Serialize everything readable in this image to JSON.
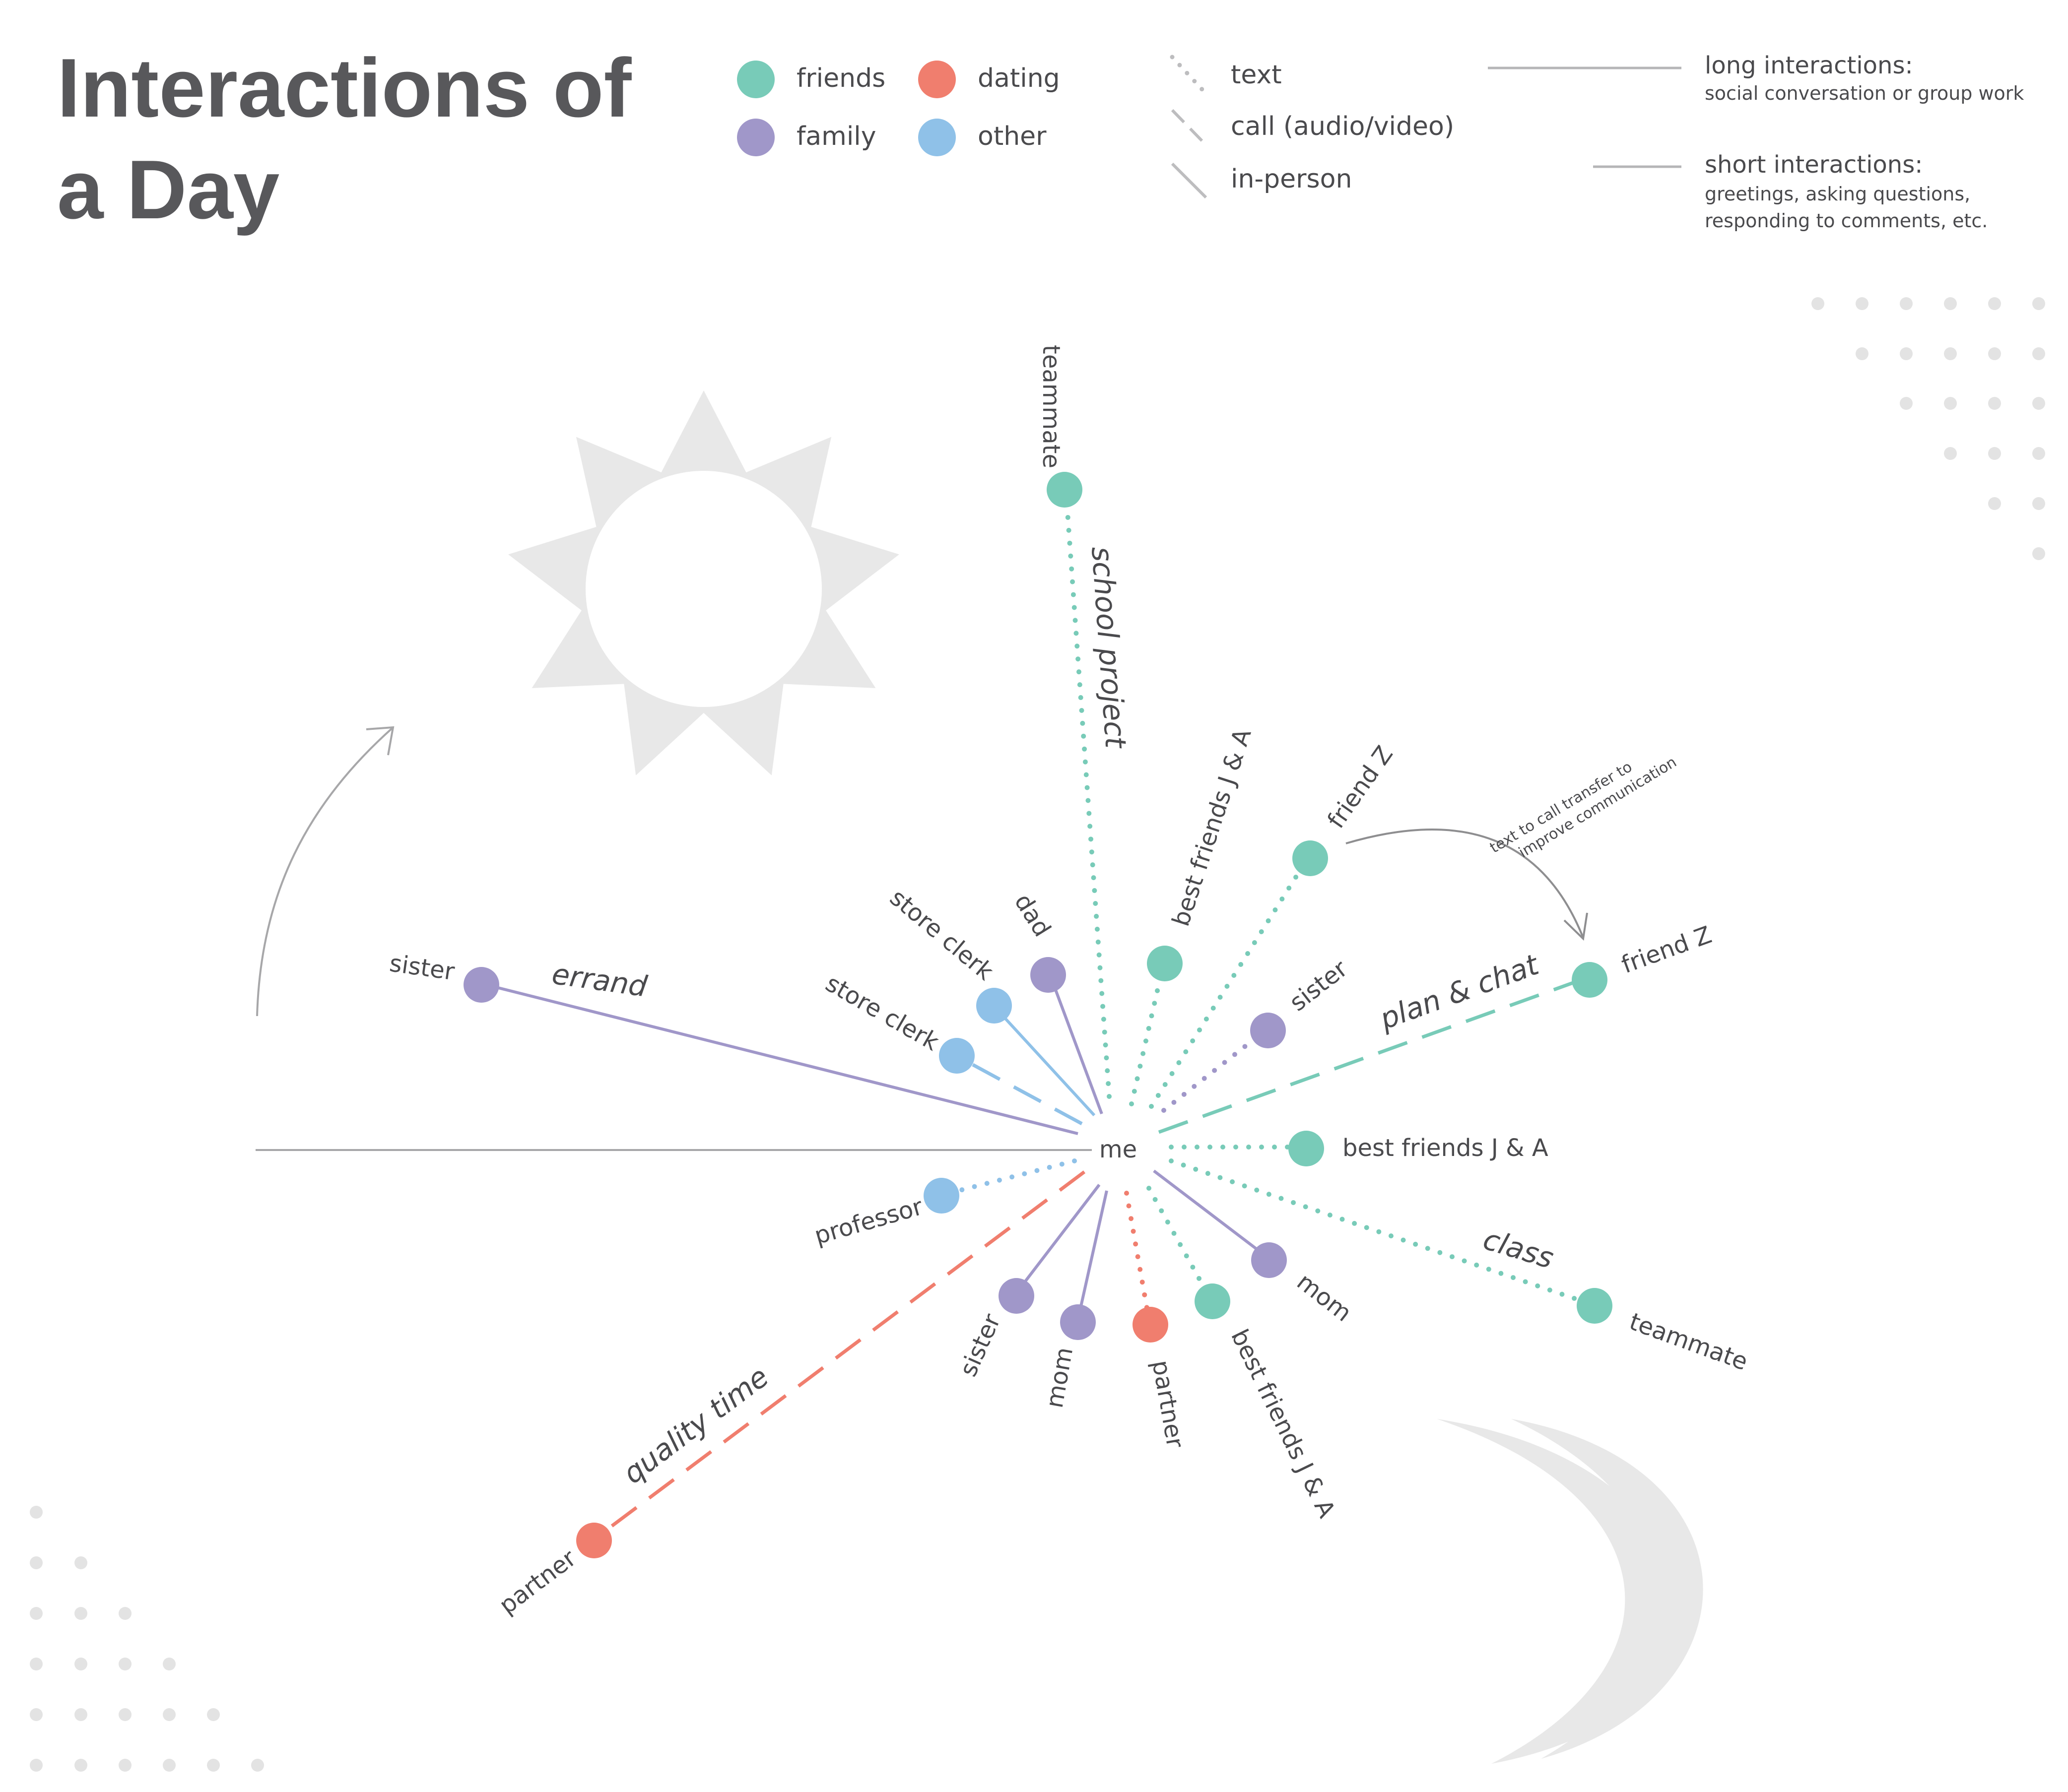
{
  "title_lines": [
    "Interactions of",
    "a Day"
  ],
  "legend": {
    "categories": [
      {
        "label": "friends",
        "color": "#78cbb8"
      },
      {
        "label": "dating",
        "color": "#f07e6e"
      },
      {
        "label": "family",
        "color": "#a097c9"
      },
      {
        "label": "other",
        "color": "#8fc1e8"
      }
    ],
    "mediums": [
      {
        "label": "text",
        "style": "dotted"
      },
      {
        "label": "call (audio/video)",
        "style": "dashed"
      },
      {
        "label": "in-person",
        "style": "solid"
      }
    ],
    "durations": [
      {
        "title": "long interactions:",
        "desc_lines": [
          "social conversation or group work"
        ]
      },
      {
        "title": "short interactions:",
        "desc_lines": [
          "greetings, asking questions,",
          "responding to comments, etc."
        ]
      }
    ]
  },
  "center_label": "me",
  "note_lines": [
    "text to call transfer to",
    "improve communication"
  ],
  "colors": {
    "friends": "#78cbb8",
    "family": "#a097c9",
    "dating": "#f07e6e",
    "other": "#8fc1e8",
    "decor": "#e8e8e8",
    "axis": "#a7a7a9"
  },
  "nodes": [
    {
      "person": "teammate",
      "category": "friends",
      "medium": "text",
      "activity": "school project"
    },
    {
      "person": "best friends J & A",
      "category": "friends",
      "medium": "text"
    },
    {
      "person": "friend Z",
      "category": "friends",
      "medium": "text"
    },
    {
      "person": "friend Z",
      "category": "friends",
      "medium": "call",
      "activity": "plan & chat"
    },
    {
      "person": "sister",
      "category": "family",
      "medium": "text"
    },
    {
      "person": "dad",
      "category": "family",
      "medium": "in-person"
    },
    {
      "person": "store clerk",
      "category": "other",
      "medium": "in-person"
    },
    {
      "person": "store clerk",
      "category": "other",
      "medium": "call"
    },
    {
      "person": "sister",
      "category": "family",
      "medium": "in-person",
      "activity": "errand"
    },
    {
      "person": "best friends J & A",
      "category": "friends",
      "medium": "text"
    },
    {
      "person": "teammate",
      "category": "friends",
      "medium": "text",
      "activity": "class"
    },
    {
      "person": "mom",
      "category": "family",
      "medium": "in-person"
    },
    {
      "person": "best friends J & A",
      "category": "friends",
      "medium": "text"
    },
    {
      "person": "partner",
      "category": "dating",
      "medium": "text"
    },
    {
      "person": "mom",
      "category": "family",
      "medium": "in-person"
    },
    {
      "person": "sister",
      "category": "family",
      "medium": "in-person"
    },
    {
      "person": "professor",
      "category": "other",
      "medium": "text"
    },
    {
      "person": "partner",
      "category": "dating",
      "medium": "call",
      "activity": "quality time"
    }
  ]
}
